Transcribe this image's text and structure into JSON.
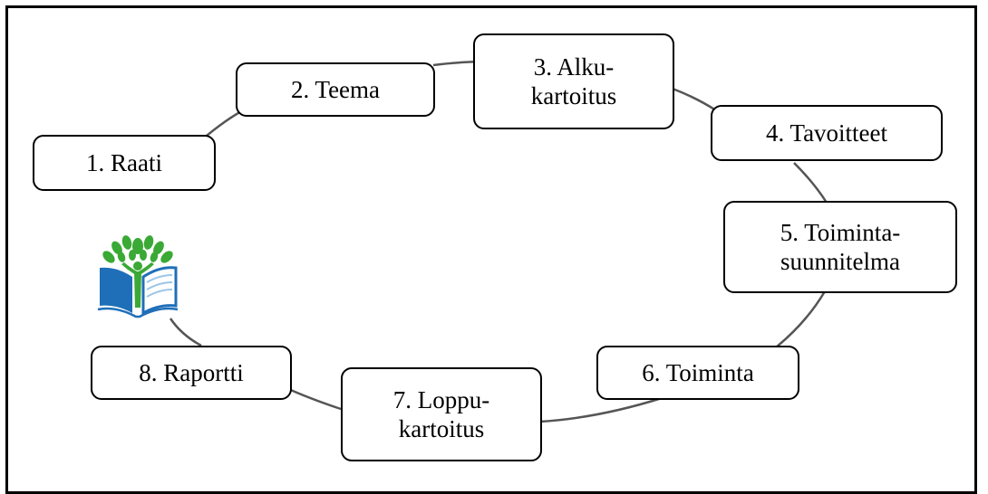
{
  "diagram": {
    "nodes": [
      {
        "id": "raati",
        "label": "1. Raati"
      },
      {
        "id": "teema",
        "label": "2.  Teema"
      },
      {
        "id": "alkukartoitus",
        "label": "3.  Alku-\nkartoitus"
      },
      {
        "id": "tavoitteet",
        "label": "4.  Tavoitteet"
      },
      {
        "id": "toimintasuunnitelma",
        "label": "5.  Toiminta-\nsuunnitelma"
      },
      {
        "id": "toiminta",
        "label": "6.  Toiminta"
      },
      {
        "id": "loppukartoitus",
        "label": "7. Loppu-\nkartoitus"
      },
      {
        "id": "raportti",
        "label": "8.  Raportti"
      }
    ],
    "logo_icon": "green-flag-eco-schools-logo-icon",
    "colors": {
      "line": "#555555",
      "border": "#000000",
      "logo_green": "#3aa935",
      "logo_blue": "#1f6fb8"
    }
  }
}
